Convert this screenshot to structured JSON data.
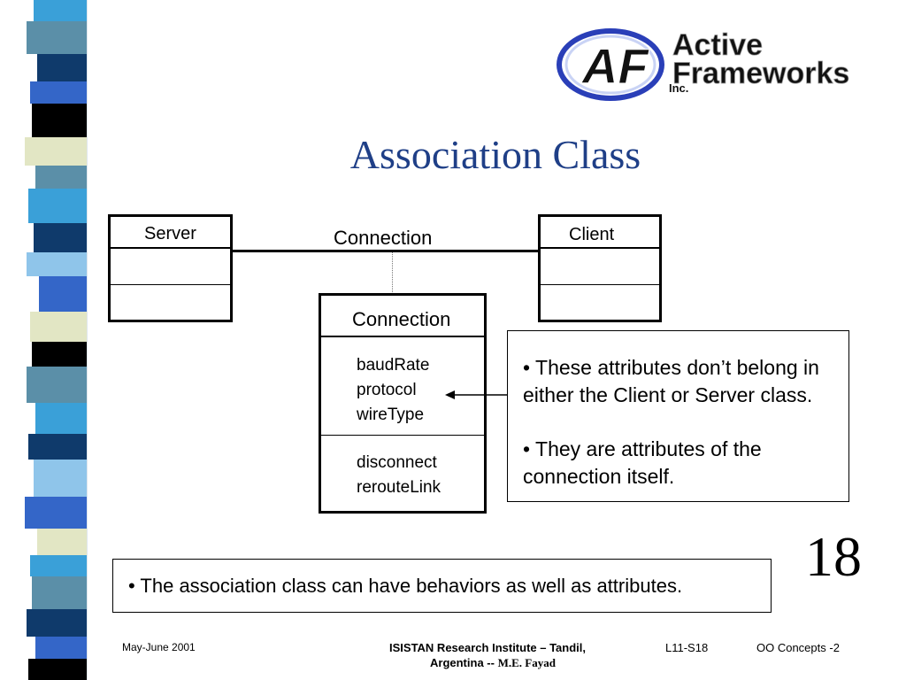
{
  "slide": {
    "title": "Association Class",
    "number": "18"
  },
  "logo": {
    "line1": "Active",
    "line2": "Frameworks",
    "line3": "Inc.",
    "monogram": "AF"
  },
  "diagram": {
    "server": {
      "name": "Server"
    },
    "client": {
      "name": "Client"
    },
    "association_label": "Connection",
    "association_class": {
      "name": "Connection",
      "attributes": [
        "baudRate",
        "protocol",
        "wireType"
      ],
      "operations": [
        "disconnect",
        "rerouteLink"
      ]
    },
    "note": {
      "bullet1": "• These attributes don’t belong in either the Client or Server class.",
      "bullet2": "• They are attributes of the connection itself."
    }
  },
  "bottom_note": "• The association class can have behaviors as well as attributes.",
  "footer": {
    "date": "May-June 2001",
    "institute_line1": "ISISTAN Research Institute – Tandil,",
    "institute_line2": "Argentina --",
    "author": "M.E. Fayad",
    "slide_code": "L11-S18",
    "course": "OO Concepts -2"
  },
  "colors": {
    "title": "#1f3f87",
    "strip_palette": [
      "#3aa0d8",
      "#5b8fa8",
      "#0f3a6b",
      "#3466c8",
      "#000000",
      "#e2e6c4",
      "#8fc5ea"
    ]
  }
}
